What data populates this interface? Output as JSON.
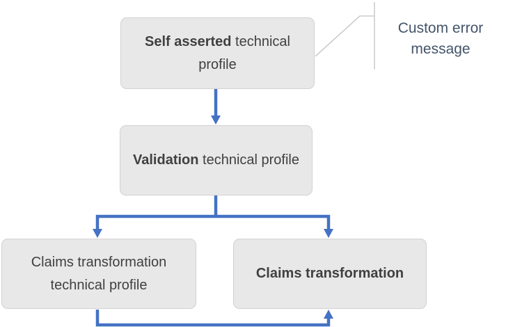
{
  "colors": {
    "arrow": "#4472C4",
    "box_fill": "#E9E8E8",
    "box_border": "#D3D1D1",
    "box_text": "#404040",
    "callout_text": "#44546A",
    "callout_line": "#C3C1C1"
  },
  "nodes": {
    "self_asserted": {
      "bold": "Self asserted",
      "rest": " technical profile"
    },
    "validation": {
      "bold": "Validation",
      "rest": " technical profile"
    },
    "claims_tp": {
      "bold": "",
      "rest": "Claims transformation technical profile"
    },
    "claims_transformation": {
      "bold": "Claims transformation",
      "rest": ""
    }
  },
  "callout": {
    "text": "Custom error message"
  }
}
